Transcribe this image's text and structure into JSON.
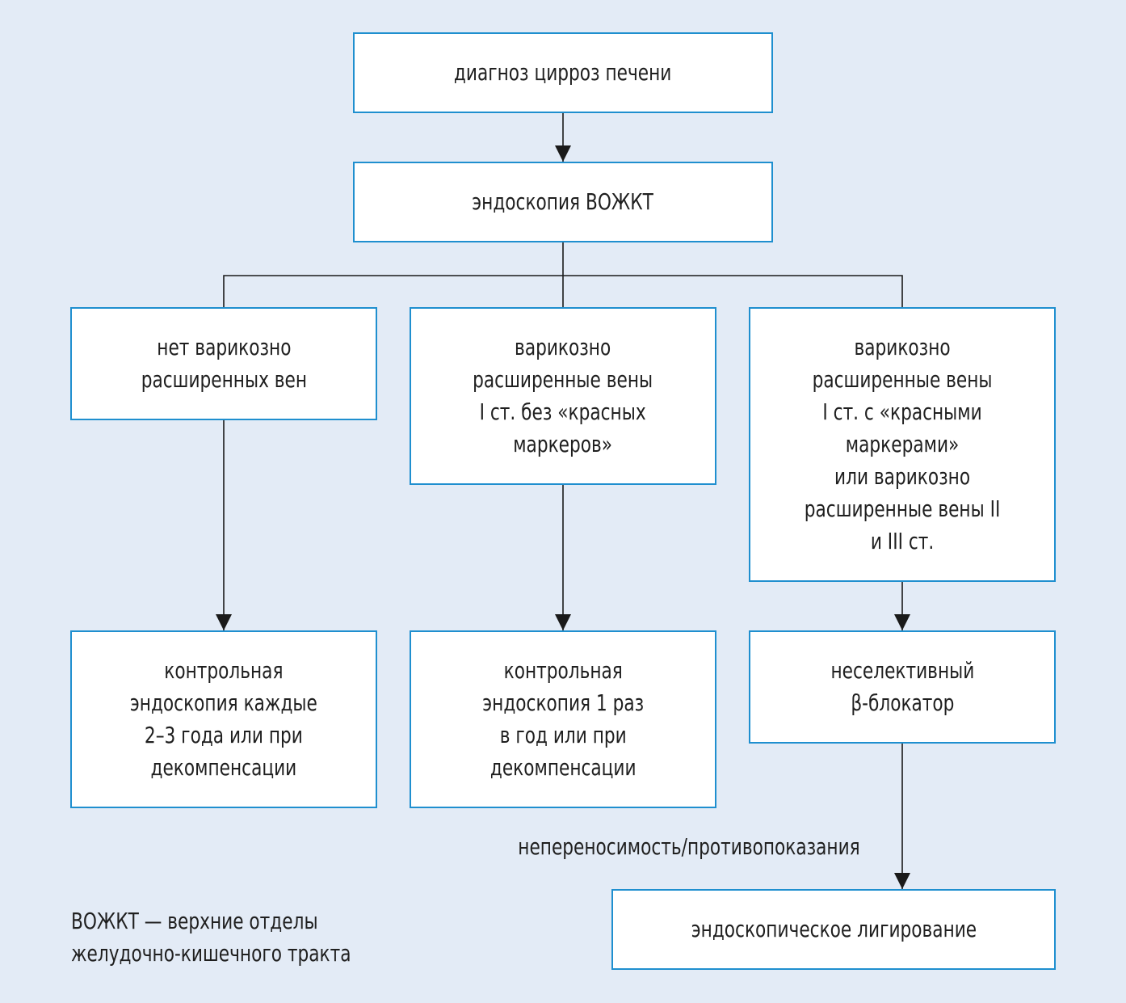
{
  "nodes": {
    "root": "диагноз цирроз печени",
    "endoscopy": "эндоскопия ВОЖКТ",
    "no_varices": "нет варикозно\nрасширенных вен",
    "varices_grade1_no_red": "варикозно\nрасширенные вены\nI ст. без «красных\nмаркеров»",
    "varices_high_risk": "варикозно\nрасширенные вены\nI ст. с «красными\nмаркерами»\nили варикозно\nрасширенные вены II\nи III ст.",
    "control_2_3_years": "контрольная\nэндоскопия каждые\n2–3 года или при\nдекомпенсации",
    "control_yearly": "контрольная\nэндоскопия 1 раз\nв год или при\nдекомпенсации",
    "beta_blocker": "неселективный\nβ-блокатор",
    "ligation": "эндоскопическое лигирование"
  },
  "edge_label": "непереносимость/противопоказания",
  "footnote": "ВОЖКТ — верхние отделы\nжелудочно-кишечного тракта",
  "colors": {
    "background": "#e3ebf6",
    "box_border": "#1f8fcf",
    "box_fill": "#ffffff",
    "connector": "#1a1a1a"
  }
}
